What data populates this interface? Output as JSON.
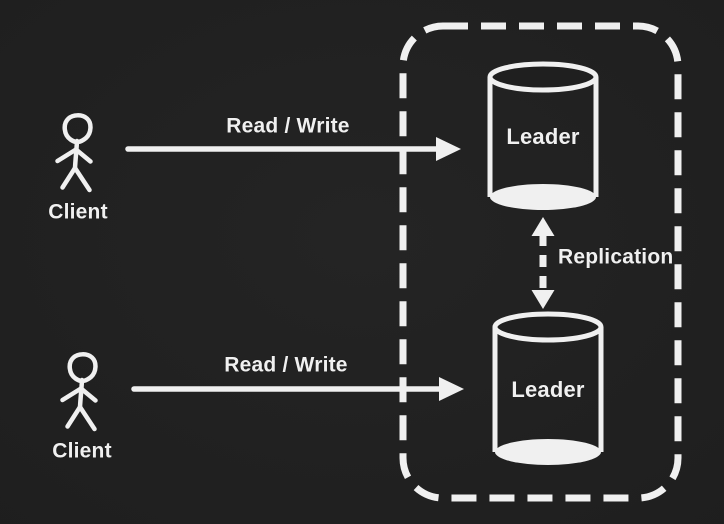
{
  "canvas": {
    "background": "#1f1f1f",
    "ink": "#f0f0f0"
  },
  "diagram": {
    "clients": [
      {
        "label": "Client",
        "arrow_label": "Read / Write"
      },
      {
        "label": "Client",
        "arrow_label": "Read / Write"
      }
    ],
    "leaders": [
      {
        "label": "Leader"
      },
      {
        "label": "Leader"
      }
    ],
    "replication_label": "Replication"
  }
}
